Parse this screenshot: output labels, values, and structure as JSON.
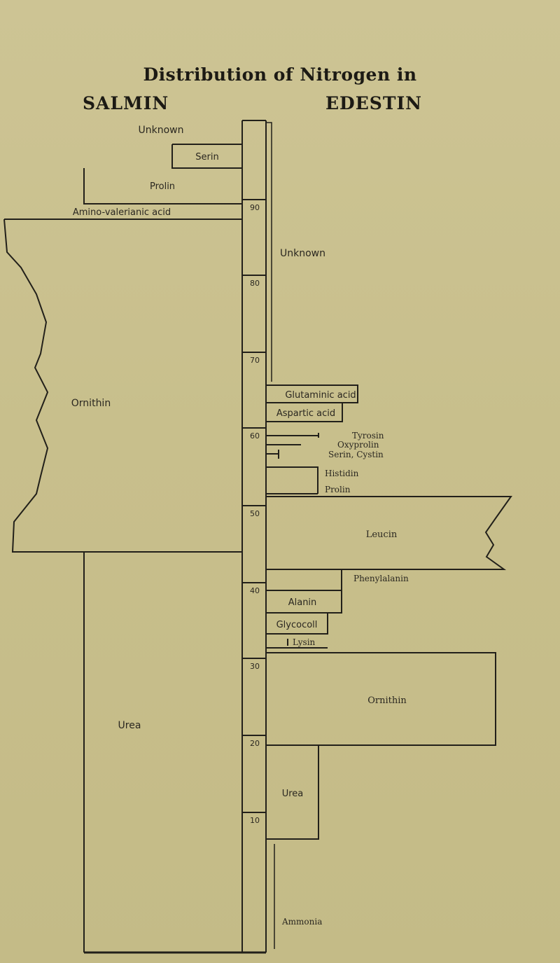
{
  "title": "Distribution of Nitrogen in",
  "left_title": "SALMIN",
  "right_title": "EDESTIN",
  "scale": {
    "ticks": [
      "90",
      "80",
      "70",
      "60",
      "50",
      "40",
      "30",
      "20",
      "10"
    ]
  },
  "salmin": {
    "unknown": "Unknown",
    "serin": "Serin",
    "prolin": "Prolin",
    "amino_valerianic": "Amino-valerianic acid",
    "ornithin": "Ornithin",
    "urea": "Urea"
  },
  "edestin": {
    "unknown": "Unknown",
    "glutaminic": "Glutaminic acid",
    "aspartic": "Aspartic acid",
    "tyrosin": "Tyrosin",
    "oxyprolin": "Oxyprolin",
    "serin_cystin": "Serin, Cystin",
    "histidin": "Histidin",
    "prolin": "Prolin",
    "leucin": "Leucin",
    "phenylalanin": "Phenylalanin",
    "alanin": "Alanin",
    "glycocoll": "Glycocoll",
    "lysin": "Lysin",
    "ornithin": "Ornithin",
    "urea": "Urea",
    "ammonia": "Ammonia"
  },
  "colors": {
    "paper": "#c9c08f",
    "ink": "#1c1a14"
  }
}
